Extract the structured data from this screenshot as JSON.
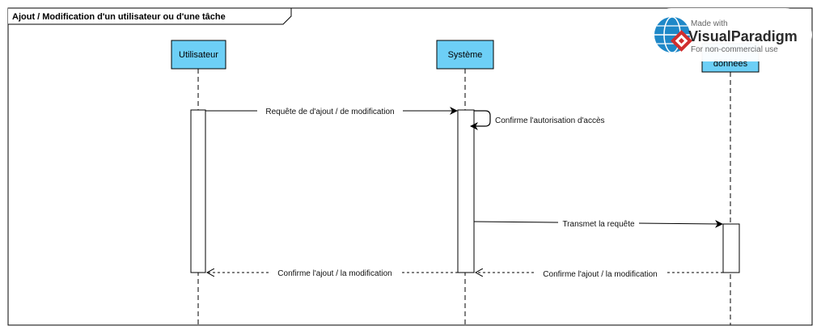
{
  "frame": {
    "title": "Ajout / Modification d'un utilisateur ou d'une tâche"
  },
  "lifelines": [
    {
      "id": "user",
      "name": "Utilisateur"
    },
    {
      "id": "system",
      "name": "Système"
    },
    {
      "id": "db",
      "name": "données"
    }
  ],
  "messages": [
    {
      "id": "m1",
      "label": "Requête de d'ajout / de modification",
      "style": "solid"
    },
    {
      "id": "m2",
      "label": "Confirme l'autorisation d'accès",
      "style": "self"
    },
    {
      "id": "m3",
      "label": "Transmet la requête",
      "style": "solid"
    },
    {
      "id": "m4",
      "label": "Confirme l'ajout / la modification",
      "style": "dashed"
    },
    {
      "id": "m5",
      "label": "Confirme l'ajout / la modification",
      "style": "dashed"
    }
  ],
  "watermark": {
    "line1": "Made with",
    "brand_a": "Visual",
    "brand_b": "Paradigm",
    "line3": "For non-commercial use"
  },
  "colors": {
    "lifeline_fill": "#6dcff6",
    "activation_fill": "#ffffff",
    "watermark_blue": "#1e88c8",
    "watermark_red": "#d12d2d"
  }
}
